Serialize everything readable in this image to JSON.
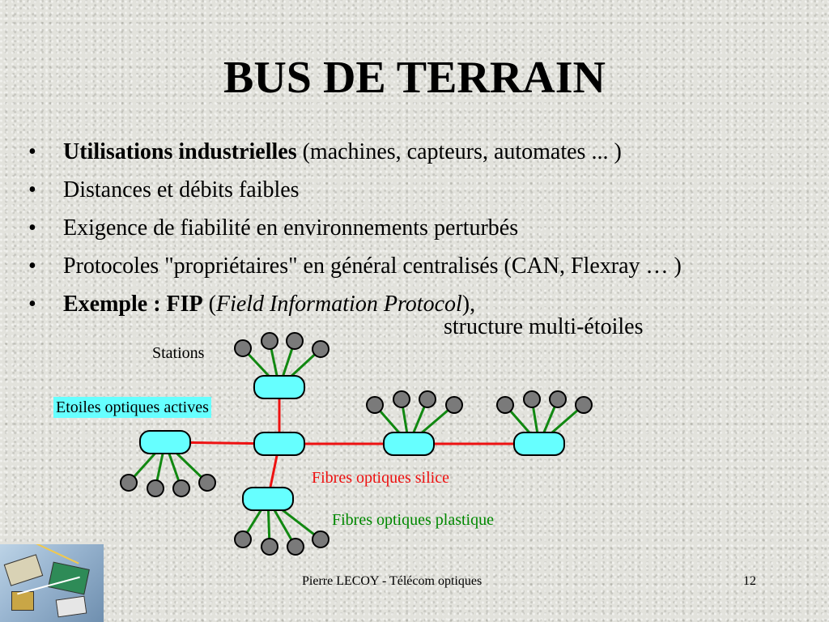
{
  "title": "BUS DE TERRAIN",
  "bullets": [
    {
      "bullet": "•",
      "bold": "Utilisations industrielles",
      "text": " (machines, capteurs, automates ... )"
    },
    {
      "bullet": "•",
      "text": "Distances et débits faibles"
    },
    {
      "bullet": "•",
      "text": "Exigence de fiabilité en environnements perturbés"
    },
    {
      "bullet": "•",
      "text": "Protocoles \"propriétaires\" en général centralisés (CAN, Flexray … )"
    },
    {
      "bullet": "•",
      "bold": "Exemple : FIP",
      "text_before": " (",
      "italic": "Field Information Protocol",
      "text_after": "),"
    }
  ],
  "structure_note": "structure multi-étoiles",
  "diagram": {
    "labels": {
      "stations": "Stations",
      "active_stars": "Etoiles optiques actives",
      "silica_fibers": "Fibres optiques silice",
      "plastic_fibers": "Fibres optiques plastique"
    },
    "colors": {
      "hub_fill": "#66ffff",
      "station_fill": "#7a7a7a",
      "silica_link": "#ee1111",
      "plastic_link": "#118811",
      "active_star_label_bg": "#66ffff"
    }
  },
  "footer": {
    "author": "Pierre LECOY - Télécom optiques",
    "page_number": "12"
  }
}
